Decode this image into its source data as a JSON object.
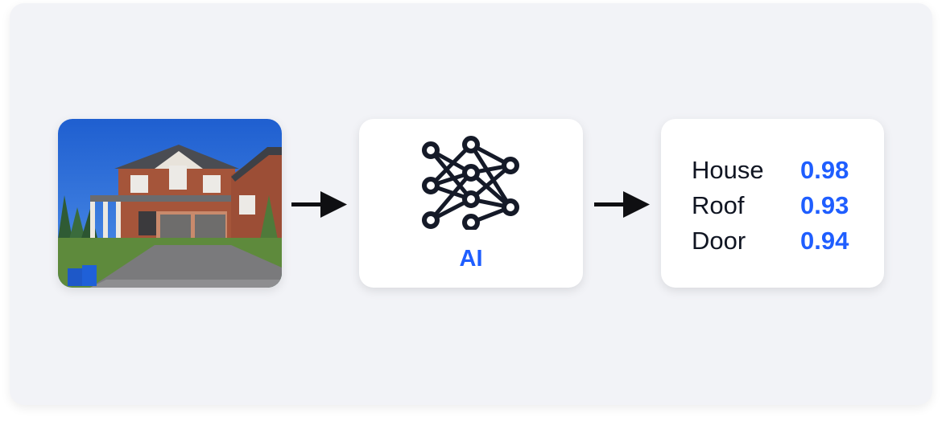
{
  "model": {
    "label": "AI"
  },
  "results": [
    {
      "label": "House",
      "score": "0.98"
    },
    {
      "label": "Roof",
      "score": "0.93"
    },
    {
      "label": "Door",
      "score": "0.94"
    }
  ],
  "colors": {
    "accent": "#1f5eff",
    "text": "#101522",
    "panel": "#f2f3f7"
  },
  "icons": [
    "house-photo",
    "arrow-right-icon",
    "neural-network-icon"
  ]
}
